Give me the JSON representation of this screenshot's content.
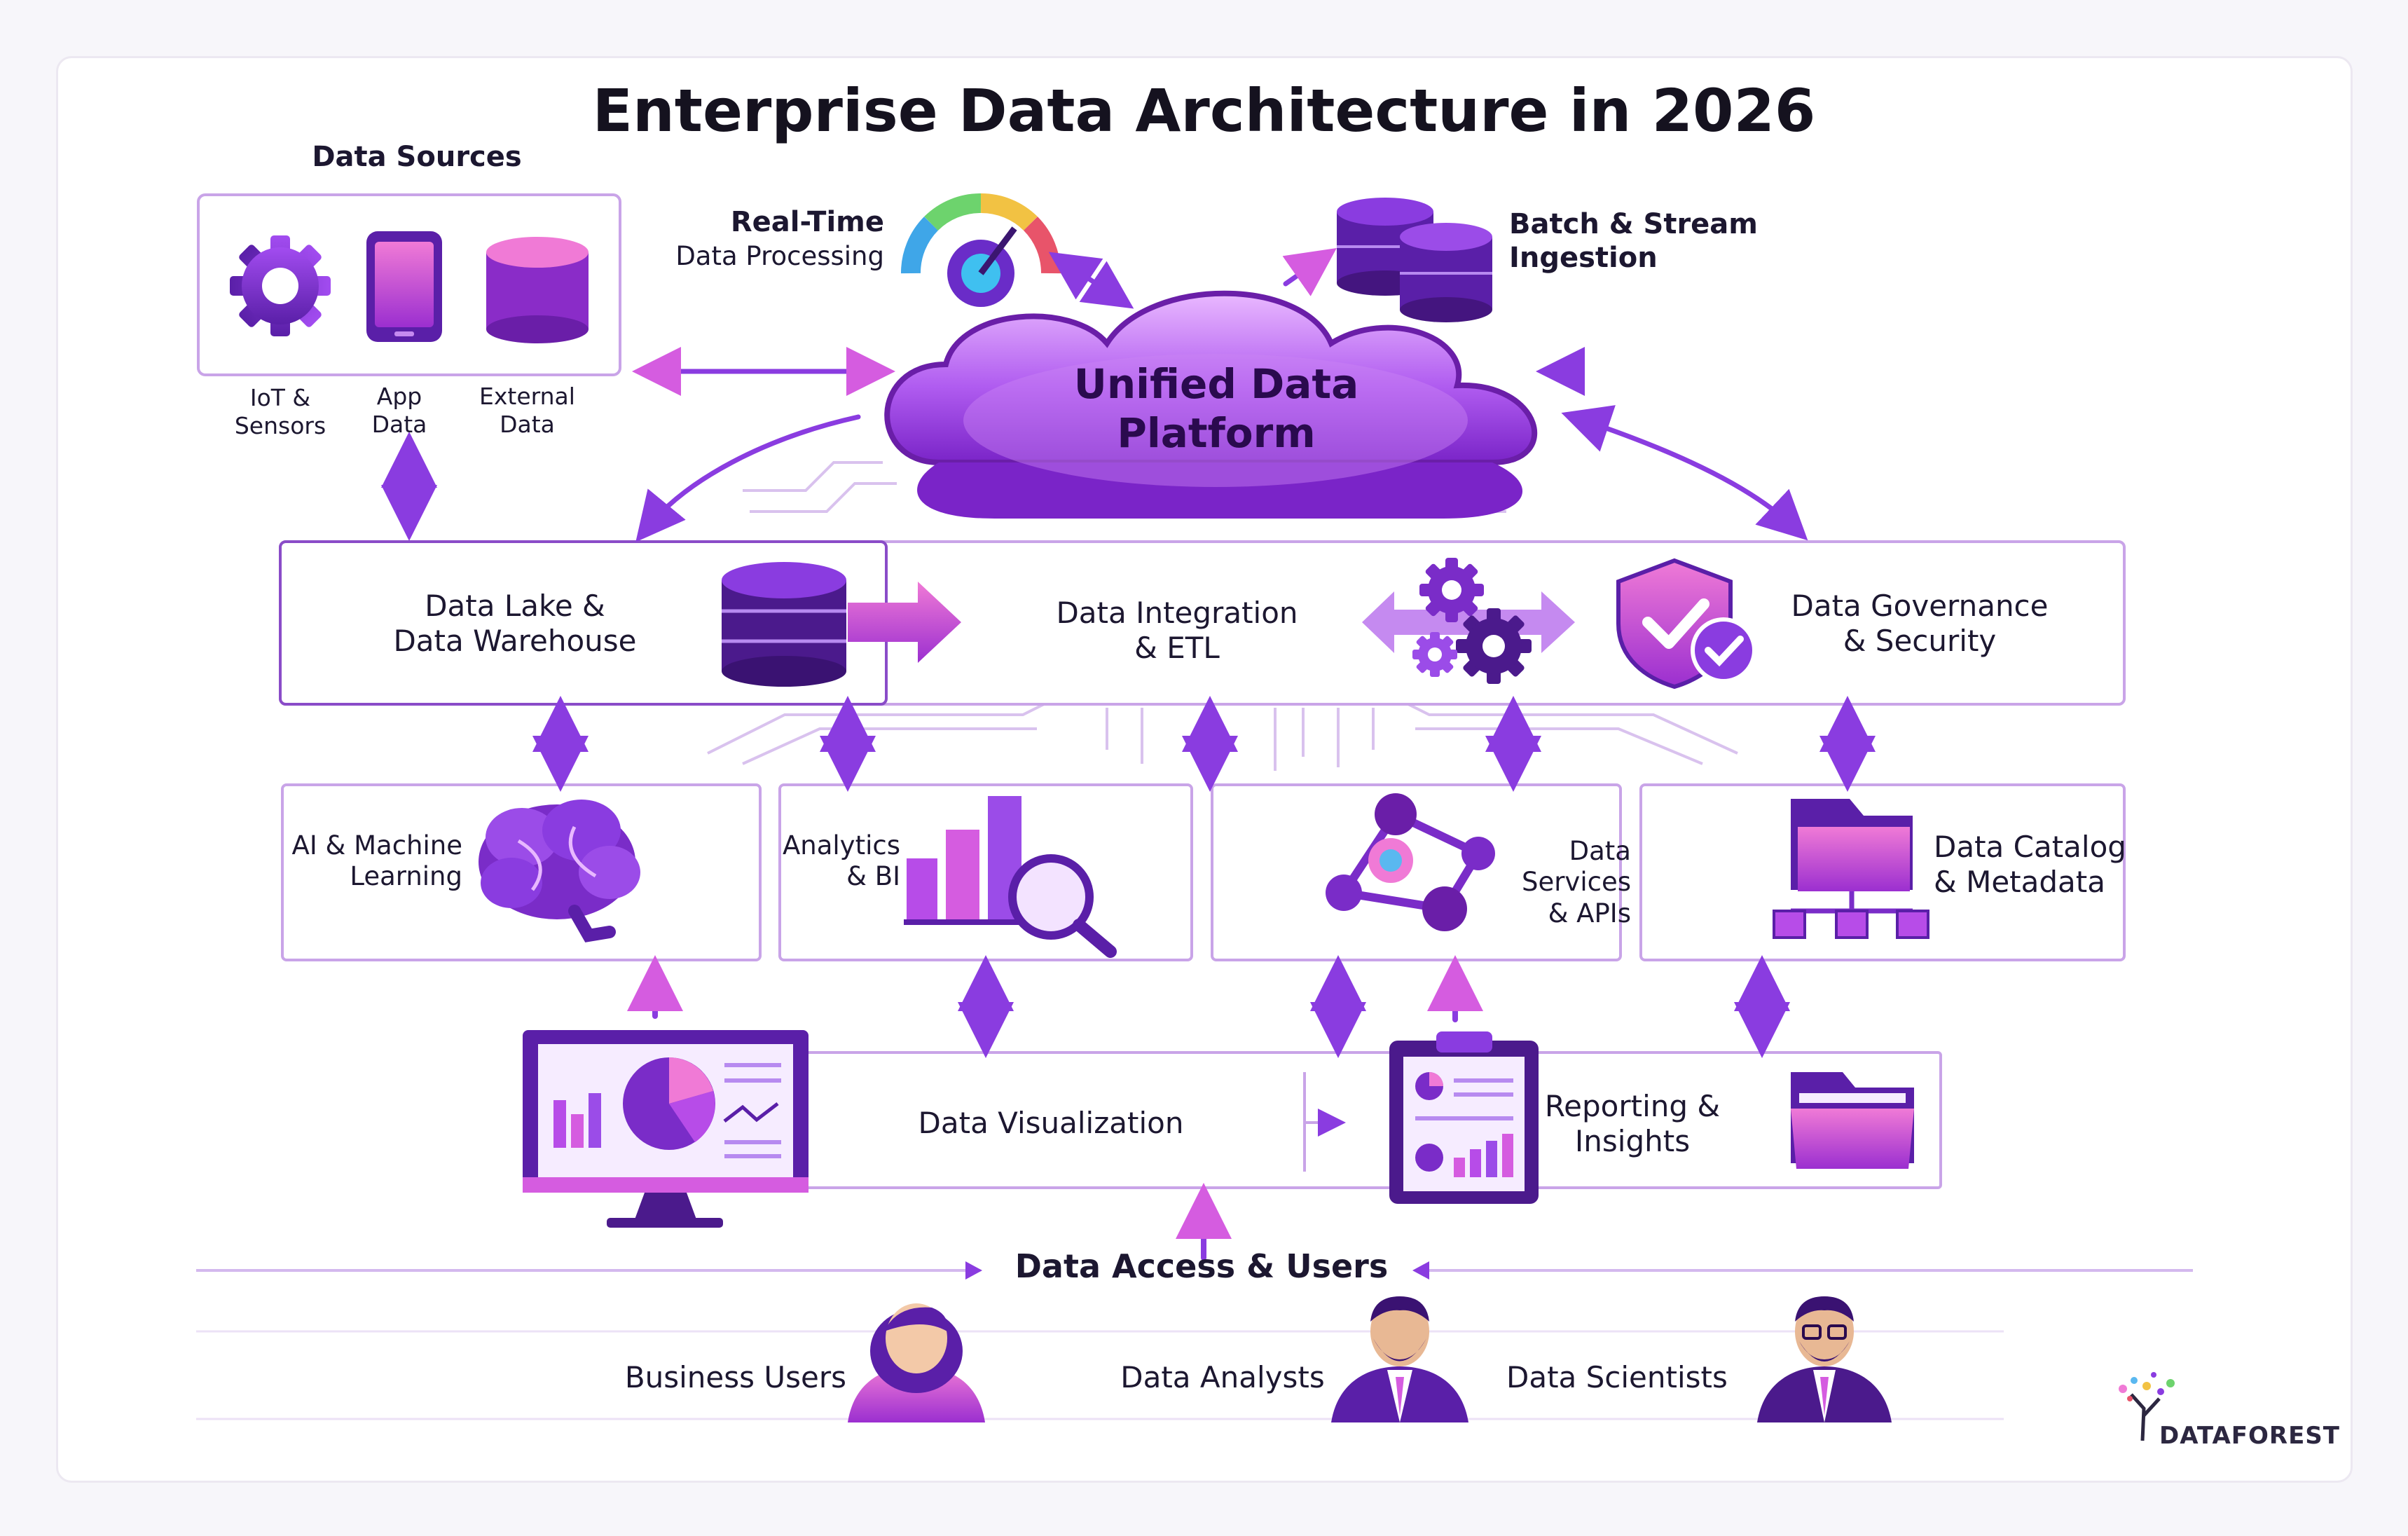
{
  "title": "Enterprise Data Architecture in 2026",
  "data_sources": {
    "heading": "Data Sources",
    "items": [
      "IoT &\nSensors",
      "App\nData",
      "External\nData"
    ]
  },
  "realtime": {
    "title": "Real-Time",
    "subtitle": "Data Processing"
  },
  "batch": "Batch & Stream\nIngestion",
  "platform": "Unified Data\nPlatform",
  "layer2": {
    "lake": "Data Lake &\nData Warehouse",
    "integration": "Data Integration\n& ETL",
    "governance": "Data Governance\n& Security"
  },
  "layer3": {
    "ai": "AI & Machine\nLearning",
    "analytics": "Analytics\n& BI",
    "services": "Data\nServices\n& APIs",
    "catalog": "Data Catalog\n& Metadata"
  },
  "layer4": {
    "visualization": "Data Visualization",
    "reporting": "Reporting &\nInsights"
  },
  "access": {
    "heading": "Data Access & Users",
    "users": [
      "Business Users",
      "Data Analysts",
      "Data Scientists"
    ]
  },
  "brand": "DATAFOREST",
  "colors": {
    "primary": "#7b2fd0",
    "deep": "#4b1a8c",
    "accent": "#d55ce0",
    "border": "#c9a4e8"
  }
}
